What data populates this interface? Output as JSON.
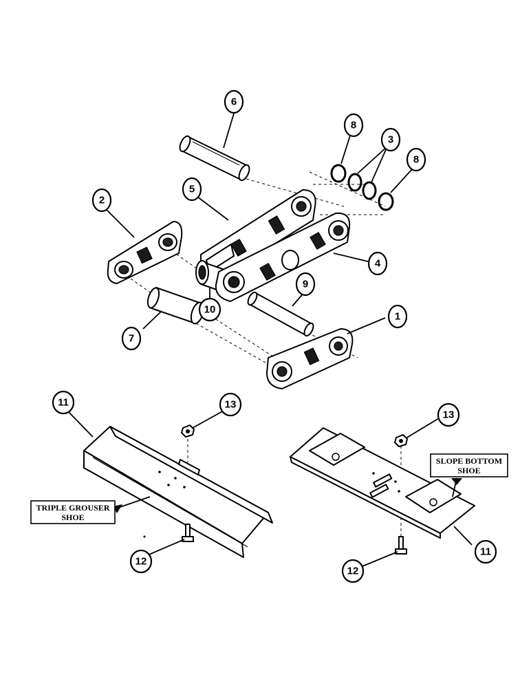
{
  "callouts": {
    "c1": "1",
    "c2": "2",
    "c3": "3",
    "c4": "4",
    "c5": "5",
    "c6": "6",
    "c7": "7",
    "c8a": "8",
    "c8b": "8",
    "c9": "9",
    "c10": "10",
    "c11a": "11",
    "c11b": "11",
    "c12a": "12",
    "c12b": "12",
    "c13a": "13",
    "c13b": "13"
  },
  "labels": {
    "triple_grouser_line1": "TRIPLE GROUSER",
    "triple_grouser_line2": "SHOE",
    "slope_bottom_line1": "SLOPE BOTTOM",
    "slope_bottom_line2": "SHOE"
  }
}
